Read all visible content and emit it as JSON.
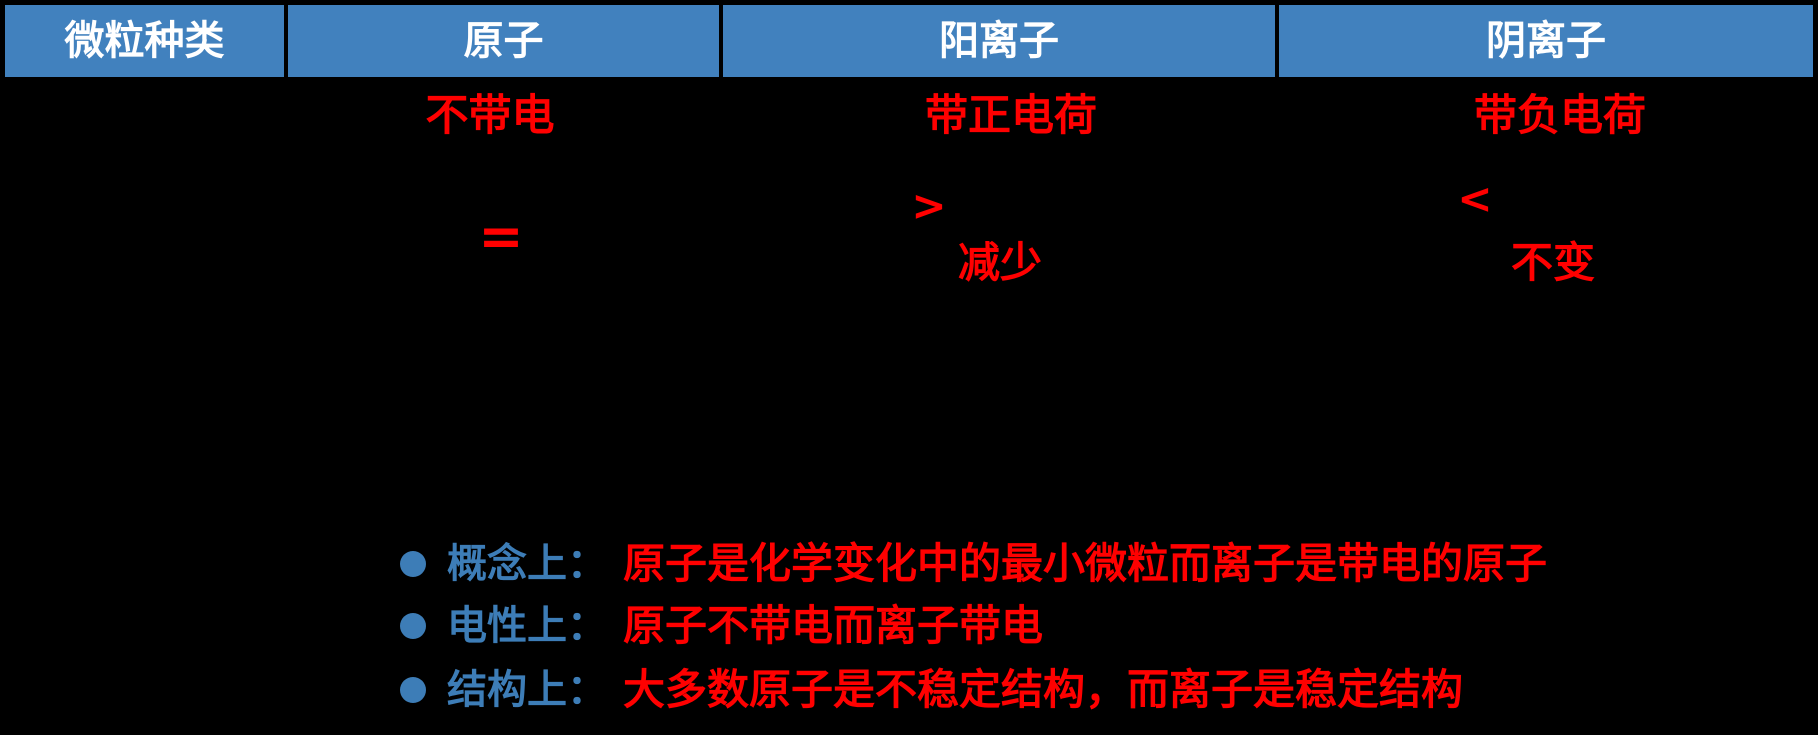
{
  "colors": {
    "background": "#000000",
    "header_blue": "#4181BE",
    "header_text": "#FFFFFF",
    "accent_red": "#FF0000",
    "bullet_blue": "#3D7DB7",
    "cell_divider": "#000000"
  },
  "table": {
    "headers": [
      {
        "label": "微粒种类"
      },
      {
        "label": "原子"
      },
      {
        "label": "阳离子"
      },
      {
        "label": "阴离子"
      }
    ],
    "charge_row": {
      "atom": "不带电",
      "cation": "带正电荷",
      "anion": "带负电荷"
    },
    "comparison_row": {
      "atom_symbol": "=",
      "cation_symbol": ">",
      "cation_change": "减少",
      "anion_symbol": "<",
      "anion_change": "不变"
    }
  },
  "notes": [
    {
      "label": "概念上：",
      "text": "原子是化学变化中的最小微粒而离子是带电的原子"
    },
    {
      "label": "电性上：",
      "text": "原子不带电而离子带电"
    },
    {
      "label": "结构上：",
      "text": "大多数原子是不稳定结构，而离子是稳定结构"
    }
  ]
}
